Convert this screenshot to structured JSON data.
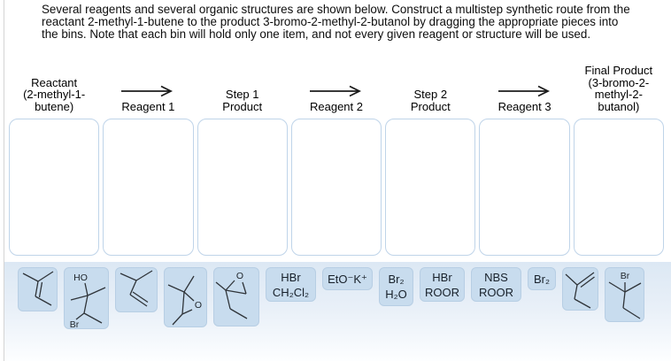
{
  "instructions": {
    "text": "Several reagents and several organic structures are shown below. Construct a multistep synthetic route from the\nreactant 2-methyl-1-butene to the product 3-bromo-2-methyl-2-butanol by dragging the appropriate pieces into\nthe bins. Note that each bin will hold only one item, and not every given reagent or structure will be used."
  },
  "workflow": {
    "bins": [
      {
        "id": "reactant",
        "label": "Reactant\n(2-methyl-1-\nbutene)",
        "has_arrow": false
      },
      {
        "id": "reagent-1",
        "label": "Reagent 1",
        "has_arrow": true
      },
      {
        "id": "step-1-product",
        "label": "Step 1\nProduct",
        "has_arrow": false
      },
      {
        "id": "reagent-2",
        "label": "Reagent 2",
        "has_arrow": true
      },
      {
        "id": "step-2-product",
        "label": "Step 2\nProduct",
        "has_arrow": false
      },
      {
        "id": "reagent-3",
        "label": "Reagent 3",
        "has_arrow": true
      },
      {
        "id": "final-product",
        "label": "Final Product\n(3-bromo-2-\nmethyl-2-\nbutanol)",
        "has_arrow": false
      }
    ]
  },
  "tray": {
    "tiles": [
      {
        "kind": "structure",
        "compound": "2-methyl-2-butene"
      },
      {
        "kind": "structure",
        "compound": "3-bromo-2-methyl-2-butanol",
        "labels": {
          "ho": "HO",
          "br": "Br"
        }
      },
      {
        "kind": "structure",
        "compound": "3-methyl-1-butene"
      },
      {
        "kind": "structure",
        "compound": "2,2,3-trimethyloxirane",
        "labels": {
          "o": "O"
        }
      },
      {
        "kind": "structure",
        "compound": "2-ethyl-2-methyloxirane",
        "labels": {
          "o": "O"
        }
      },
      {
        "kind": "reagent",
        "line1": "HBr",
        "line2": "CH₂Cl₂"
      },
      {
        "kind": "reagent",
        "line1": "EtO⁻K⁺"
      },
      {
        "kind": "reagent",
        "line1": "Br₂",
        "line2": "H₂O"
      },
      {
        "kind": "reagent",
        "line1": "HBr",
        "line2": "ROOR"
      },
      {
        "kind": "reagent",
        "line1": "NBS",
        "line2": "ROOR"
      },
      {
        "kind": "reagent",
        "line1": "Br₂"
      },
      {
        "kind": "structure",
        "compound": "2-methyl-1-butene"
      },
      {
        "kind": "structure",
        "compound": "2-bromo-2-methylbutane",
        "labels": {
          "br": "Br"
        }
      }
    ]
  },
  "colors": {
    "tile_background": "#c8dcee",
    "tray_band_top": "#dce8f4",
    "bin_border": "#bfd4e9"
  }
}
